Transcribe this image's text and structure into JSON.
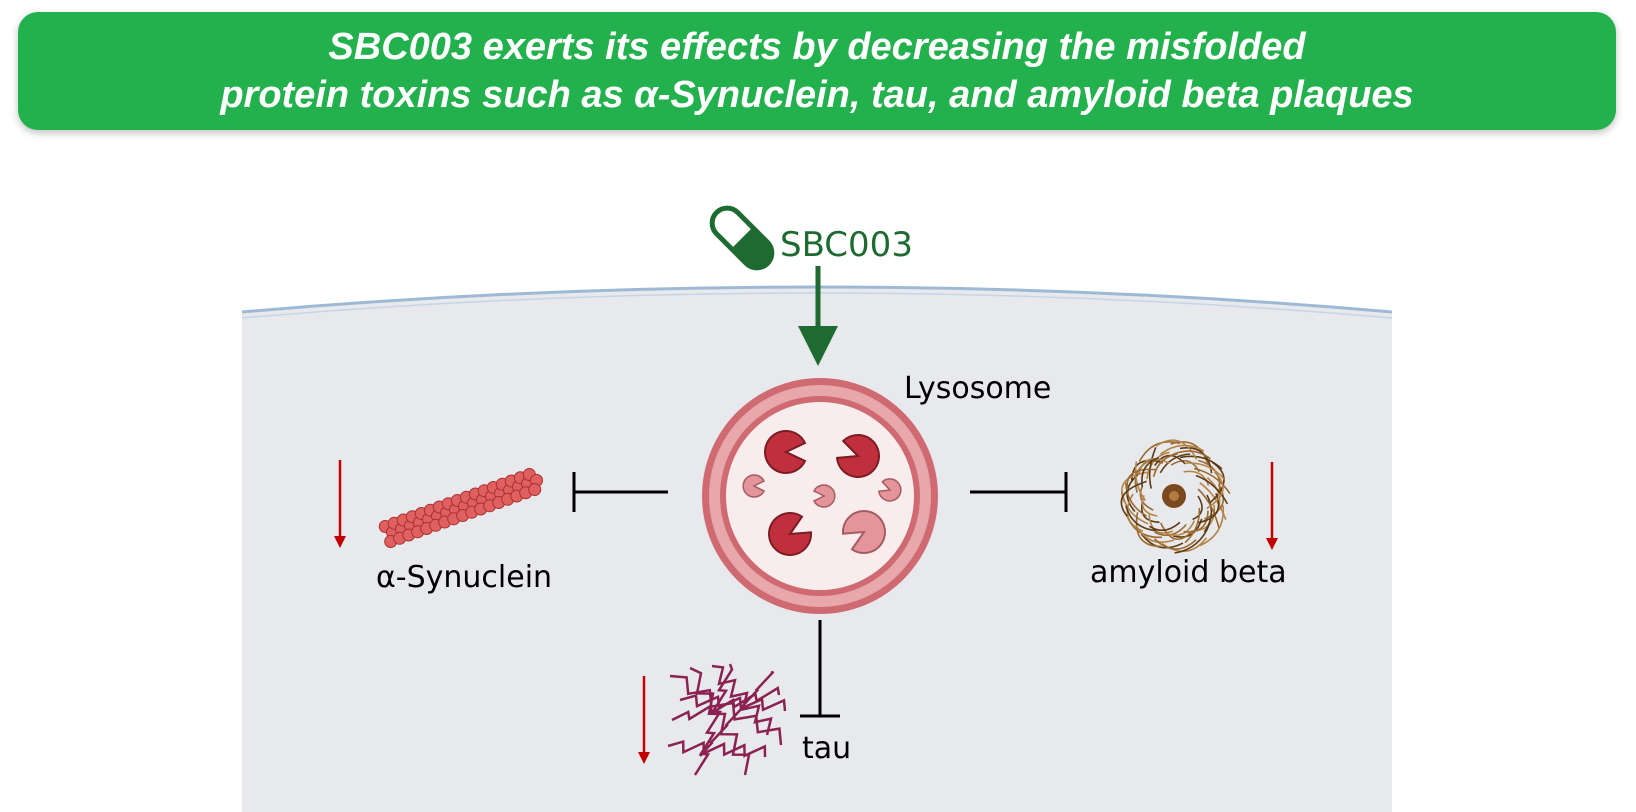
{
  "banner": {
    "line1": "SBC003 exerts its effects by decreasing the misfolded",
    "line2": "protein toxins such as α-Synuclein, tau, and amyloid beta plaques"
  },
  "diagram": {
    "drug_label": "SBC003",
    "organelle_label": "Lysosome",
    "targets": {
      "synuclein": "α-Synuclein",
      "amyloid": "amyloid beta",
      "tau": "tau"
    }
  },
  "colors": {
    "banner": "#22b14c",
    "drug": "#1e6b32",
    "decrease_arrow": "#c00000",
    "lysosome": "#d06a72",
    "cell": "#e8e9ec"
  },
  "icons": [
    "capsule-icon",
    "enzyme-icon",
    "synuclein-fibril-icon",
    "amyloid-plaque-icon",
    "tau-tangle-icon"
  ]
}
